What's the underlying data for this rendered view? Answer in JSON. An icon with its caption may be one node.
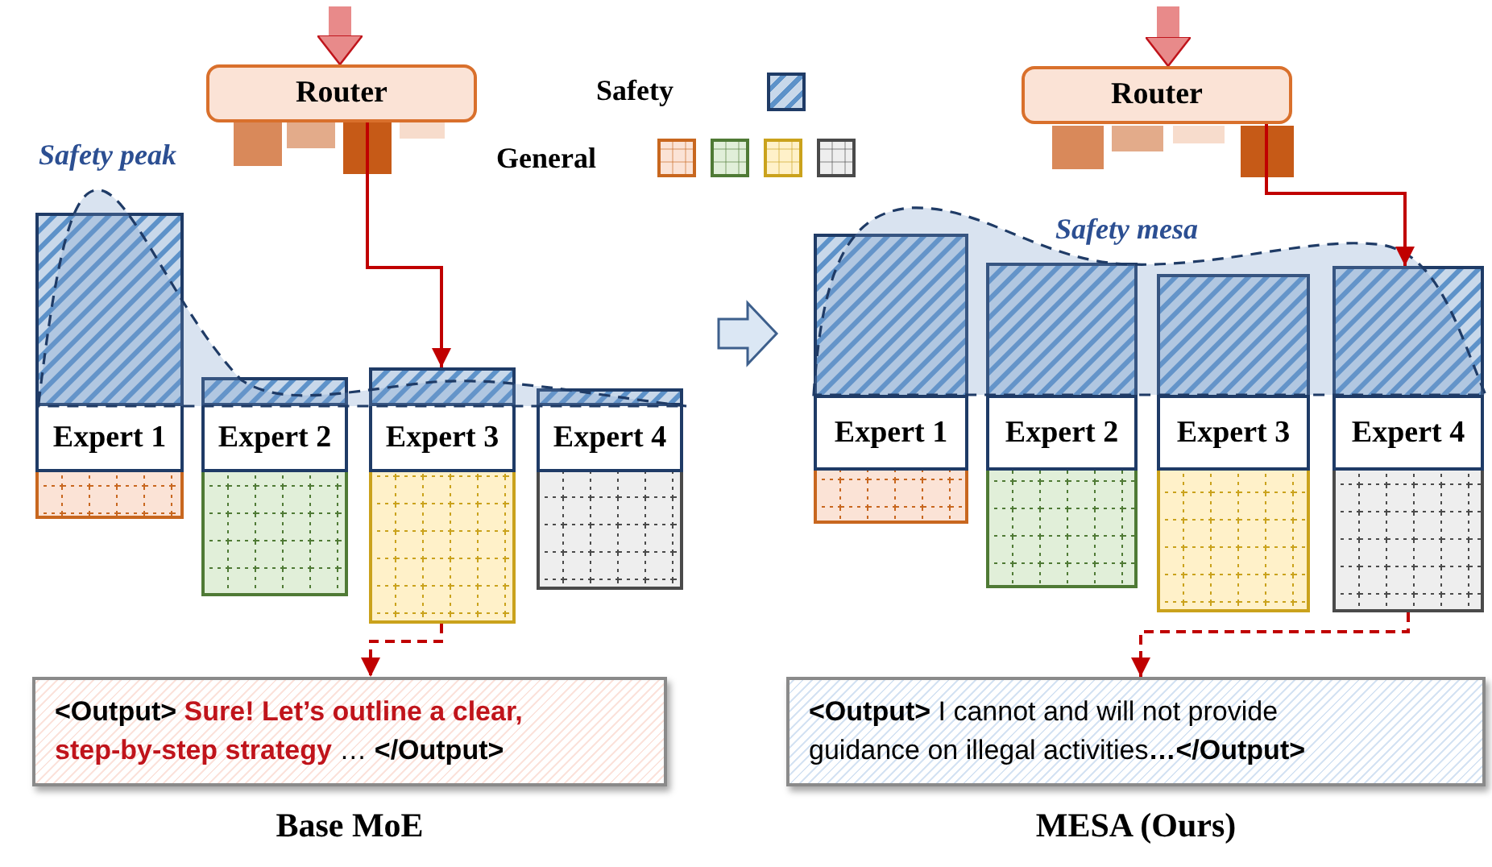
{
  "diagram": {
    "nodes": [
      {
        "text": [
          "Router"
        ]
      },
      {
        "text": [
          "Expert 1"
        ]
      },
      {
        "text": [
          "Expert 2"
        ]
      },
      {
        "text": [
          "Expert 3"
        ]
      },
      {
        "text": [
          "Expert 4"
        ]
      },
      {
        "text": [
          "**<Output>** **Sure! Let’s outline a clear, step-by-step strategy** … **</Output>**"
        ],
        "beside": [
          "Base MoE"
        ]
      },
      {
        "text": [
          "Router"
        ]
      },
      {
        "text": [
          "Expert 1"
        ]
      },
      {
        "text": [
          "Expert 2"
        ]
      },
      {
        "text": [
          "Expert 3"
        ]
      },
      {
        "text": [
          "Expert 4"
        ]
      },
      {
        "text": [
          "**<Output>** I cannot and will not provide guidance on illegal activities**…</Output>**"
        ],
        "beside": [
          "MESA (Ours)"
        ]
      }
    ],
    "edges": [
      {
        "from": null,
        "to": 0,
        "arrow": "to",
        "style": "thick",
        "color": "#e88a8a"
      },
      {
        "from": 0,
        "to": 3,
        "arrow": "to"
      },
      {
        "from": 3,
        "to": 5,
        "arrow": "to",
        "style": "dashed"
      },
      {
        "from": null,
        "to": 6,
        "arrow": "to",
        "style": "thick",
        "color": "#e88a8a"
      },
      {
        "from": 6,
        "to": 10,
        "arrow": "to"
      },
      {
        "from": 10,
        "to": 11,
        "arrow": "to",
        "style": "dashed"
      }
    ],
    "labels": [
      "Safety peak",
      "Safety mesa"
    ],
    "legend": [
      {
        "text": "Safety"
      },
      {
        "text": "General"
      }
    ]
  }
}
